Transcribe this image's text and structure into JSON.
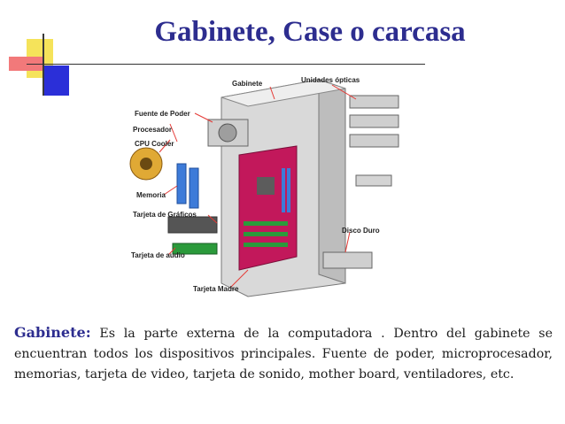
{
  "slide": {
    "title": "Gabinete, Case o carcasa"
  },
  "diagram": {
    "labels": {
      "gabinete": "Gabinete",
      "unidades_opticas": "Unidades ópticas",
      "fuente_de_poder": "Fuente de Poder",
      "procesador": "Procesador",
      "cpu_cooler": "CPU Cooler",
      "memoria": "Memoria",
      "tarjeta_graficos": "Tarjeta de Gráficos",
      "tarjeta_audio": "Tarjeta de audio",
      "disco_duro": "Disco Duro",
      "tarjeta_madre": "Tarjeta Madre"
    }
  },
  "description": {
    "term": "Gabinete",
    "separator": ":",
    "text": " Es la parte externa de la computadora . Dentro del gabinete se encuentran todos los dispositivos principales. Fuente de poder, microprocesador, memorias, tarjeta de video, tarjeta de sonido, mother board, ventiladores, etc."
  },
  "colors": {
    "title": "#2d2d8f",
    "accent_yellow": "#f5e35a",
    "accent_red": "#f2797a",
    "accent_blue": "#2b2fd8",
    "motherboard": "#c2185b"
  }
}
